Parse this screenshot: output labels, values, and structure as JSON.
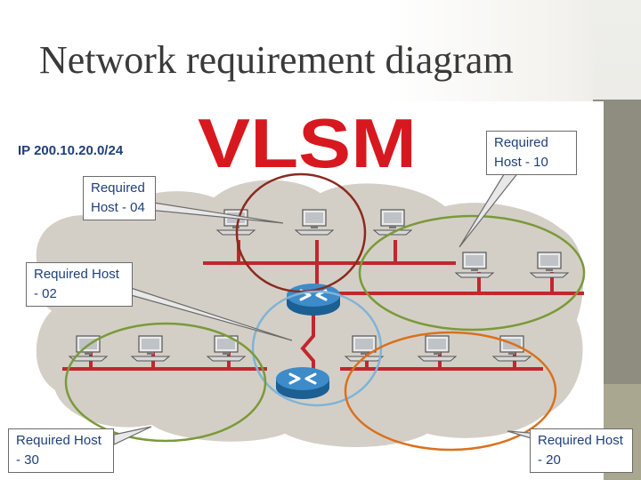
{
  "slide": {
    "title": "Network requirement diagram"
  },
  "diagram": {
    "logo_text": "VLSM",
    "ip_label": "IP 200.10.20.0/24",
    "callouts": [
      {
        "id": "c10",
        "label": "Required Host - 10"
      },
      {
        "id": "c04",
        "label": "Required Host - 04"
      },
      {
        "id": "c02",
        "label": "Required Host - 02"
      },
      {
        "id": "c30",
        "label": "Required Host - 30"
      },
      {
        "id": "c20",
        "label": "Required Host - 20"
      }
    ],
    "colors": {
      "logo": "#d7191f",
      "cloud": "#d4cfc6",
      "bus": "#c1272d",
      "router": "#2a79b8",
      "ring_brown": "#8b2a1f",
      "ring_green": "#7a9a3a",
      "ring_blue": "#7fb4d8",
      "ring_orange": "#d9711e",
      "callout_text": "#1f3f7a"
    }
  }
}
